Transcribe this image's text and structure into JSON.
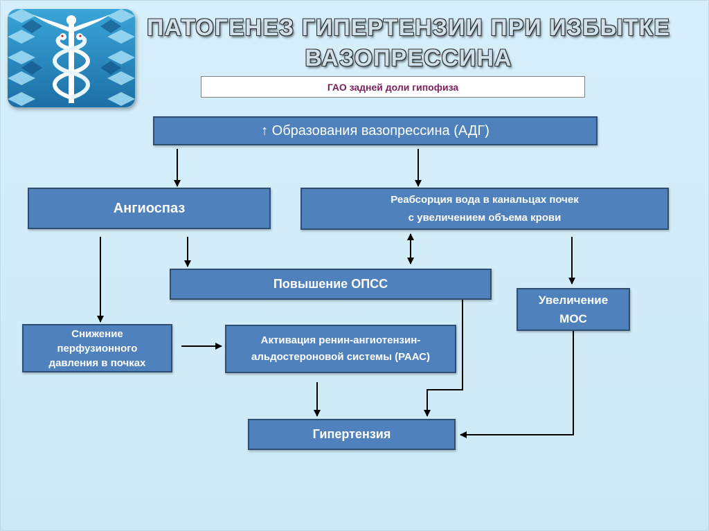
{
  "title": {
    "line1": "ПАТОГЕНЕЗ ГИПЕРТЕНЗИИ ПРИ ИЗБЫТКЕ",
    "line2": "ВАЗОПРЕССИНА"
  },
  "logo": {
    "icon": "caduceus-icon"
  },
  "nodes": {
    "gao": "ГАО задней доли гипофиза",
    "adh": "↑ Образования вазопрессина (АДГ)",
    "angiospasm": "Ангиоспаз",
    "reabsorption": "Реабсорция вода в канальцах почек\nс увеличением объема крови",
    "opss": "Повышение ОПСС",
    "mos": "Увеличение\nМОС",
    "perfusion": "Снижение\nперфузионного\nдавления в почках",
    "raas": "Активация ренин-ангиотензин-\nальдостероновой системы (РААС)",
    "hypertension": "Гипертензия"
  },
  "colors": {
    "box_fill": "#4f81bd",
    "box_border": "#2f4d6e",
    "background": "#d2ecf8",
    "gao_text": "#7a1f5e",
    "arrow": "#000000"
  }
}
